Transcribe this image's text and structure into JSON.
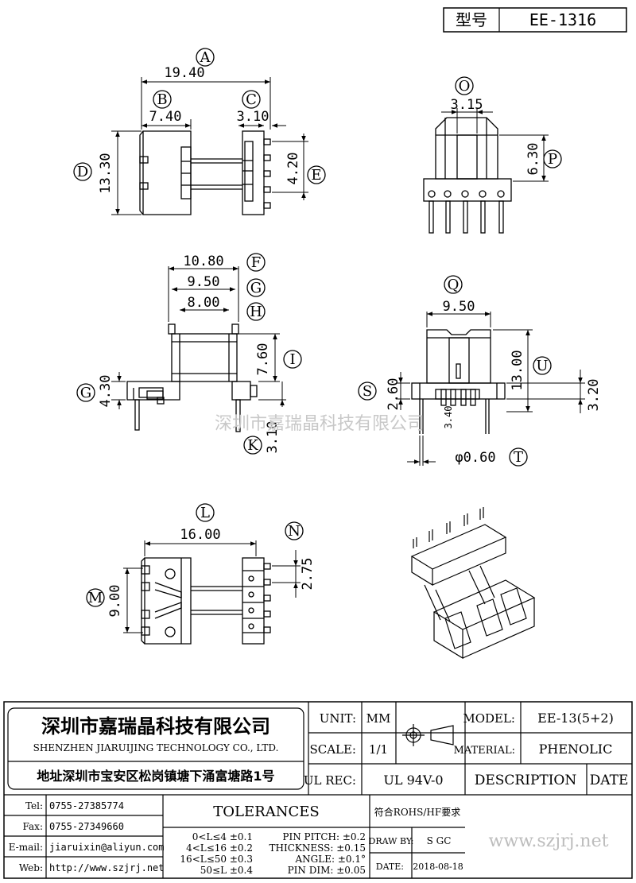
{
  "header": {
    "type_label": "型号",
    "type_value": "EE-1316"
  },
  "dims": {
    "A": "19.40",
    "B": "7.40",
    "C": "3.10",
    "D": "13.30",
    "E": "4.20",
    "O": "3.15",
    "P": "6.30",
    "F": "10.80",
    "G": "9.50",
    "H": "8.00",
    "I": "7.60",
    "G2": "4.30",
    "K": "3.10",
    "Q": "9.50",
    "U": "13.00",
    "S": "2.60",
    "V": "3.20",
    "W": "3.40",
    "T": "φ0.60",
    "L": "16.00",
    "M": "9.00",
    "N": "2.75"
  },
  "letters": [
    "A",
    "B",
    "C",
    "D",
    "E",
    "O",
    "P",
    "F",
    "G",
    "H",
    "I",
    "G",
    "K",
    "Q",
    "U",
    "S",
    "T",
    "L",
    "M",
    "N"
  ],
  "watermark": "深圳市嘉瑞晶科技有限公司",
  "company": {
    "name_cn": "深圳市嘉瑞晶科技有限公司",
    "name_en": "SHENZHEN JIARUIJING TECHNOLOGY CO., LTD.",
    "address": "地址深圳市宝安区松岗镇塘下涌富塘路1号"
  },
  "title_block": {
    "unit_label": "UNIT:",
    "unit_value": "MM",
    "scale_label": "SCALE:",
    "scale_value": "1/1",
    "model_label": "MODEL:",
    "model_value": "EE-13(5+2)",
    "material_label": "MATERIAL:",
    "material_value": "PHENOLIC",
    "ulrec_label": "UL REC:",
    "ulrec_value": "UL 94V-0",
    "description_label": "DESCRIPTION",
    "date_header": "DATE",
    "tolerances_label": "TOLERANCES",
    "rohs": "符合ROHS/HF要求",
    "drawby_label": "DRAW BY:",
    "drawby_value": "S GC",
    "date_label": "DATE:",
    "date_value": "2018-08-18",
    "website_big": "www.szjrj.net"
  },
  "contact": {
    "tel_label": "Tel:",
    "tel": "0755-27385774",
    "fax_label": "Fax:",
    "fax": "0755-27349660",
    "email_label": "E-mail:",
    "email": "jiaruixin@aliyun.com",
    "web_label": "Web:",
    "web": "http://www.szjrj.net"
  },
  "tolerances": {
    "lengths": [
      "0<L≤4 ±0.1",
      "4<L≤16 ±0.2",
      "16<L≤50 ±0.3",
      "50≤L ±0.4"
    ],
    "other": [
      "PIN PITCH: ±0.2",
      "THICKNESS: ±0.15",
      "ANGLE: ±0.1°",
      "PIN DIM: ±0.05"
    ]
  }
}
